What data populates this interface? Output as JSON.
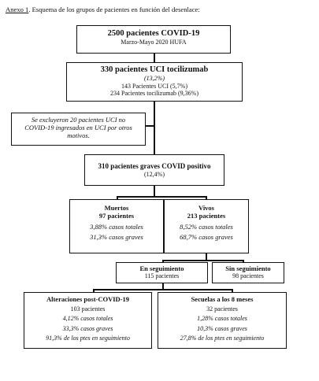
{
  "caption": {
    "prefix": "Anexo 1",
    "text": ". Esquema de los grupos de pacientes en función del desenlace:"
  },
  "boxes": {
    "total": {
      "title": "2500 pacientes COVID-19",
      "subtitle": "Marzo-Mayo 2020 HUFA"
    },
    "uci": {
      "title": "330 pacientes UCI tocilizumab",
      "pct": "(13,2%)",
      "line1": "143 Pacientes UCI (5,7%)",
      "line2": "234 Pacientes tocilizumab (9,36%)"
    },
    "excluded": {
      "text": [
        "Se excluyeron 20 pacientes UCI no",
        "COVID-19 ingresados en UCI por otros",
        "motivos."
      ]
    },
    "graves": {
      "title": "310 pacientes graves COVID positivo",
      "pct": "(12,4%)"
    },
    "muertos": {
      "title1": "Muertos",
      "title2": "97 pacientes",
      "line1": "3,88% casos totales",
      "line2": "31,3% casos graves"
    },
    "vivos": {
      "title1": "Vivos",
      "title2": "213 pacientes",
      "line1": "8,52% casos totales",
      "line2": "68,7% casos graves"
    },
    "seguimiento": {
      "title": "En seguimiento",
      "sub": "115 pacientes"
    },
    "sin_seguimiento": {
      "title": "Sin seguimiento",
      "sub": "98 pacientes"
    },
    "alteraciones": {
      "title": "Alteraciones post-COVID-19",
      "line1": "103 pacientes",
      "line2": "4,12% casos totales",
      "line3": "33,3% casos graves",
      "line4": "91,3% de los ptes en seguimiento"
    },
    "secuelas": {
      "title": "Secuelas a los 8 meses",
      "line1": "32 pacientes",
      "line2": "1,28% casos totales",
      "line3": "10,3% casos graves",
      "line4": "27,8% de los ptes en seguimiento"
    }
  }
}
